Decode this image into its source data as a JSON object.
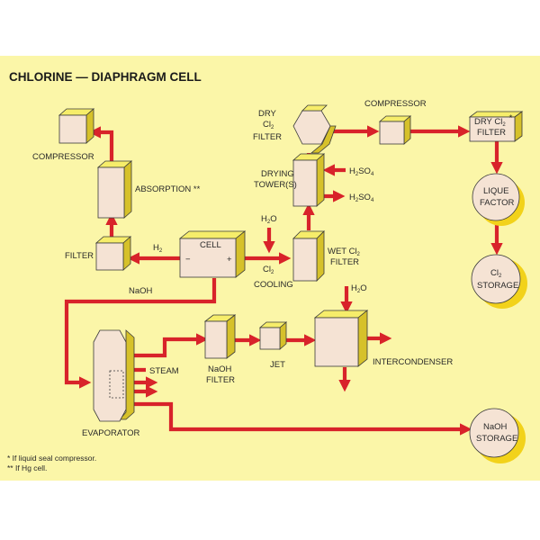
{
  "title": "CHLORINE — DIAPHRAGM CELL",
  "labels": {
    "compressor_left": "COMPRESSOR",
    "absorption": "ABSORPTION **",
    "filter": "FILTER",
    "h2": "H",
    "h2_sub": "2",
    "cell": "CELL",
    "cell_minus": "−",
    "cell_plus": "+",
    "cl2": "Cl",
    "cl2_sub": "2",
    "cooling": "COOLING",
    "naoh_line": "NaOH",
    "dry_cl2_filter_l1": "DRY",
    "dry_cl2_filter_l2": "Cl",
    "dry_cl2_filter_l2_sub": "2",
    "dry_cl2_filter_l3": "FILTER",
    "compressor_top": "COMPRESSOR",
    "dry_cl2_filter_r_l1": "DRY Cl",
    "dry_cl2_filter_r_sub": "2",
    "dry_cl2_filter_r_star": "*",
    "dry_cl2_filter_r_l2": "FILTER",
    "drying_tower_l1": "DRYING",
    "drying_tower_l2": "TOWER(S)",
    "h2so4_in": "H",
    "h2so4_in_sub": "2",
    "h2so4_in_rest": "SO",
    "h2so4_in_sub2": "4",
    "h2so4_out": "H",
    "h2so4_out_sub": "2",
    "h2so4_out_rest": "SO",
    "h2so4_out_sub2": "4",
    "h2o_top": "H",
    "h2o_top_sub": "2",
    "h2o_top_rest": "O",
    "wet_cl2_l1": "WET Cl",
    "wet_cl2_sub": "2",
    "wet_cl2_l2": "FILTER",
    "liquefactor_l1": "LIQUE",
    "liquefactor_l2": "FACTOR",
    "cl2_storage_l1": "Cl",
    "cl2_storage_sub": "2",
    "cl2_storage_l2": "STORAGE",
    "h2o_right": "H",
    "h2o_right_sub": "2",
    "h2o_right_rest": "O",
    "steam": "STEAM",
    "naoh_filter_l1": "NaOH",
    "naoh_filter_l2": "FILTER",
    "jet": "JET",
    "intercondenser": "INTERCONDENSER",
    "evaporator": "EVAPORATOR",
    "naoh_storage_l1": "NaOH",
    "naoh_storage_l2": "STORAGE"
  },
  "footnotes": {
    "note1": "* If liquid seal compressor.",
    "note2": "** If Hg cell."
  },
  "colors": {
    "background": "#fbf6a8",
    "flow": "#d8232a",
    "box_front": "#f5e3d4",
    "box_side": "#d6c12a",
    "box_top": "#f6ed6a"
  }
}
